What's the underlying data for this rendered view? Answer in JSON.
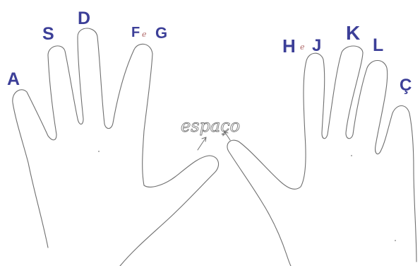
{
  "left_hand": {
    "keys": [
      "A",
      "S",
      "D",
      "F",
      "G"
    ],
    "joiner": "e"
  },
  "right_hand": {
    "keys": [
      "H",
      "J",
      "K",
      "L",
      "Ç"
    ],
    "joiner": "e"
  },
  "space_label": "espaço",
  "colors": {
    "ink": "#3c3f98",
    "outline": "#6f6f6f",
    "paper": "#ffffff"
  }
}
